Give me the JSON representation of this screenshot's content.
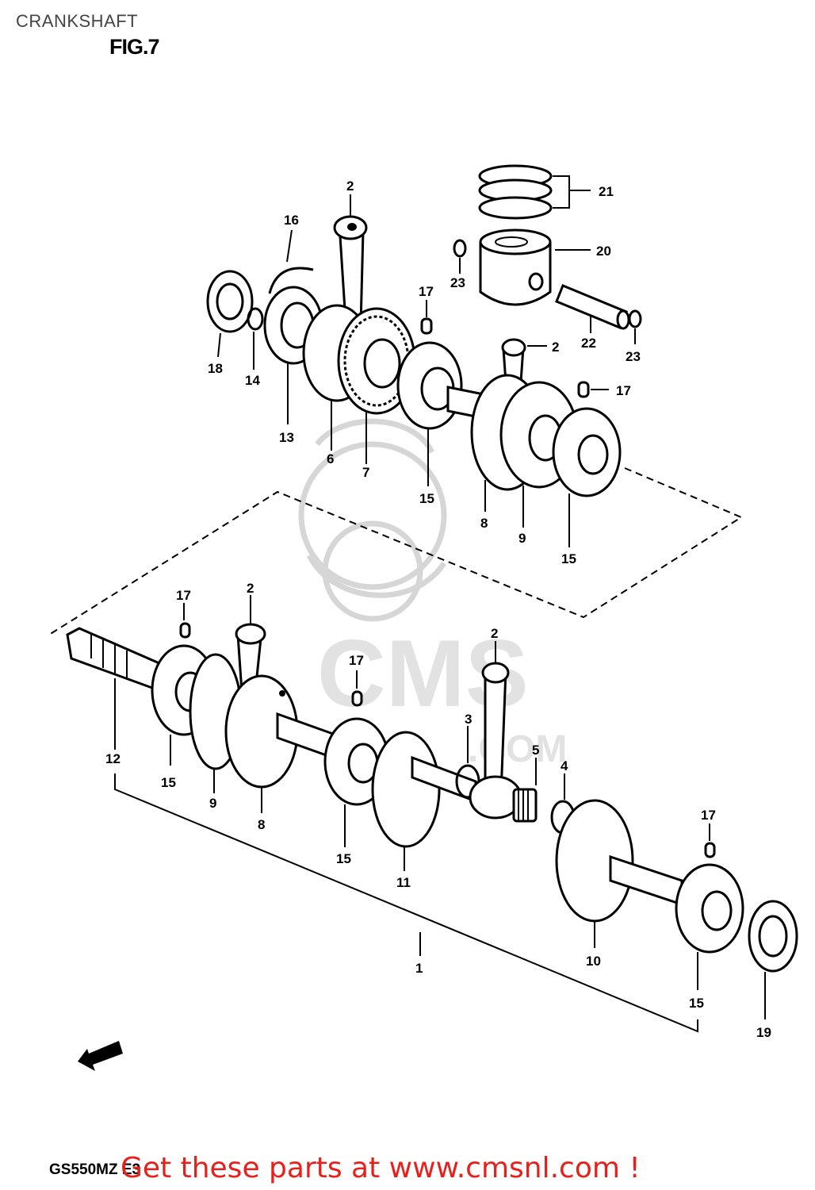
{
  "header": {
    "title": "CRANKSHAFT",
    "figure": "FIG.7"
  },
  "watermark": {
    "brand": "CMS",
    "site": ".COM"
  },
  "footer": {
    "model": "GS550MZ E3",
    "cta": "Get these parts at www.cmsnl.com !"
  },
  "callouts": [
    "21",
    "20",
    "23",
    "22",
    "23",
    "2",
    "2",
    "16",
    "17",
    "17",
    "18",
    "14",
    "13",
    "6",
    "7",
    "15",
    "8",
    "9",
    "15",
    "17",
    "2",
    "17",
    "2",
    "3",
    "5",
    "4",
    "12",
    "15",
    "9",
    "8",
    "15",
    "11",
    "17",
    "10",
    "15",
    "19",
    "1"
  ]
}
